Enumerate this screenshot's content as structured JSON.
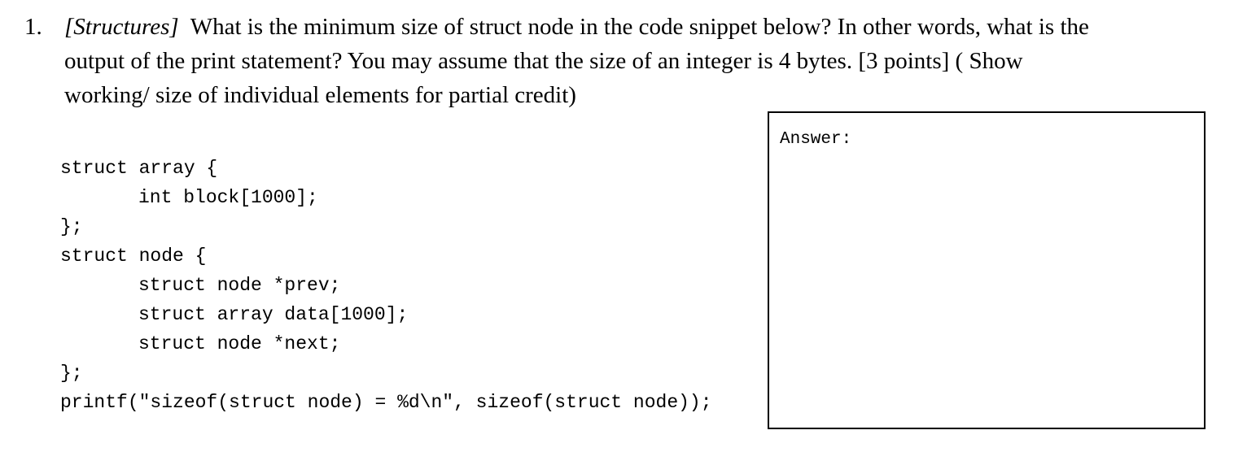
{
  "question": {
    "number": "1.",
    "category": "[Structures]",
    "lines": [
      "What is the minimum size of struct node in the code snippet below? In other words, what is the",
      "output of the print statement? You may assume that the size of an integer is 4 bytes. [3 points] ( Show",
      "working/ size of individual elements for partial credit)"
    ]
  },
  "code": {
    "lines": [
      "struct array {",
      "int block[1000];",
      "};",
      "struct node {",
      "struct node *prev;",
      "struct array data[1000];",
      "struct node *next;",
      "};",
      "printf(\"sizeof(struct node) = %d\\n\", sizeof(struct node));"
    ]
  },
  "answer_box": {
    "label": "Answer:"
  }
}
